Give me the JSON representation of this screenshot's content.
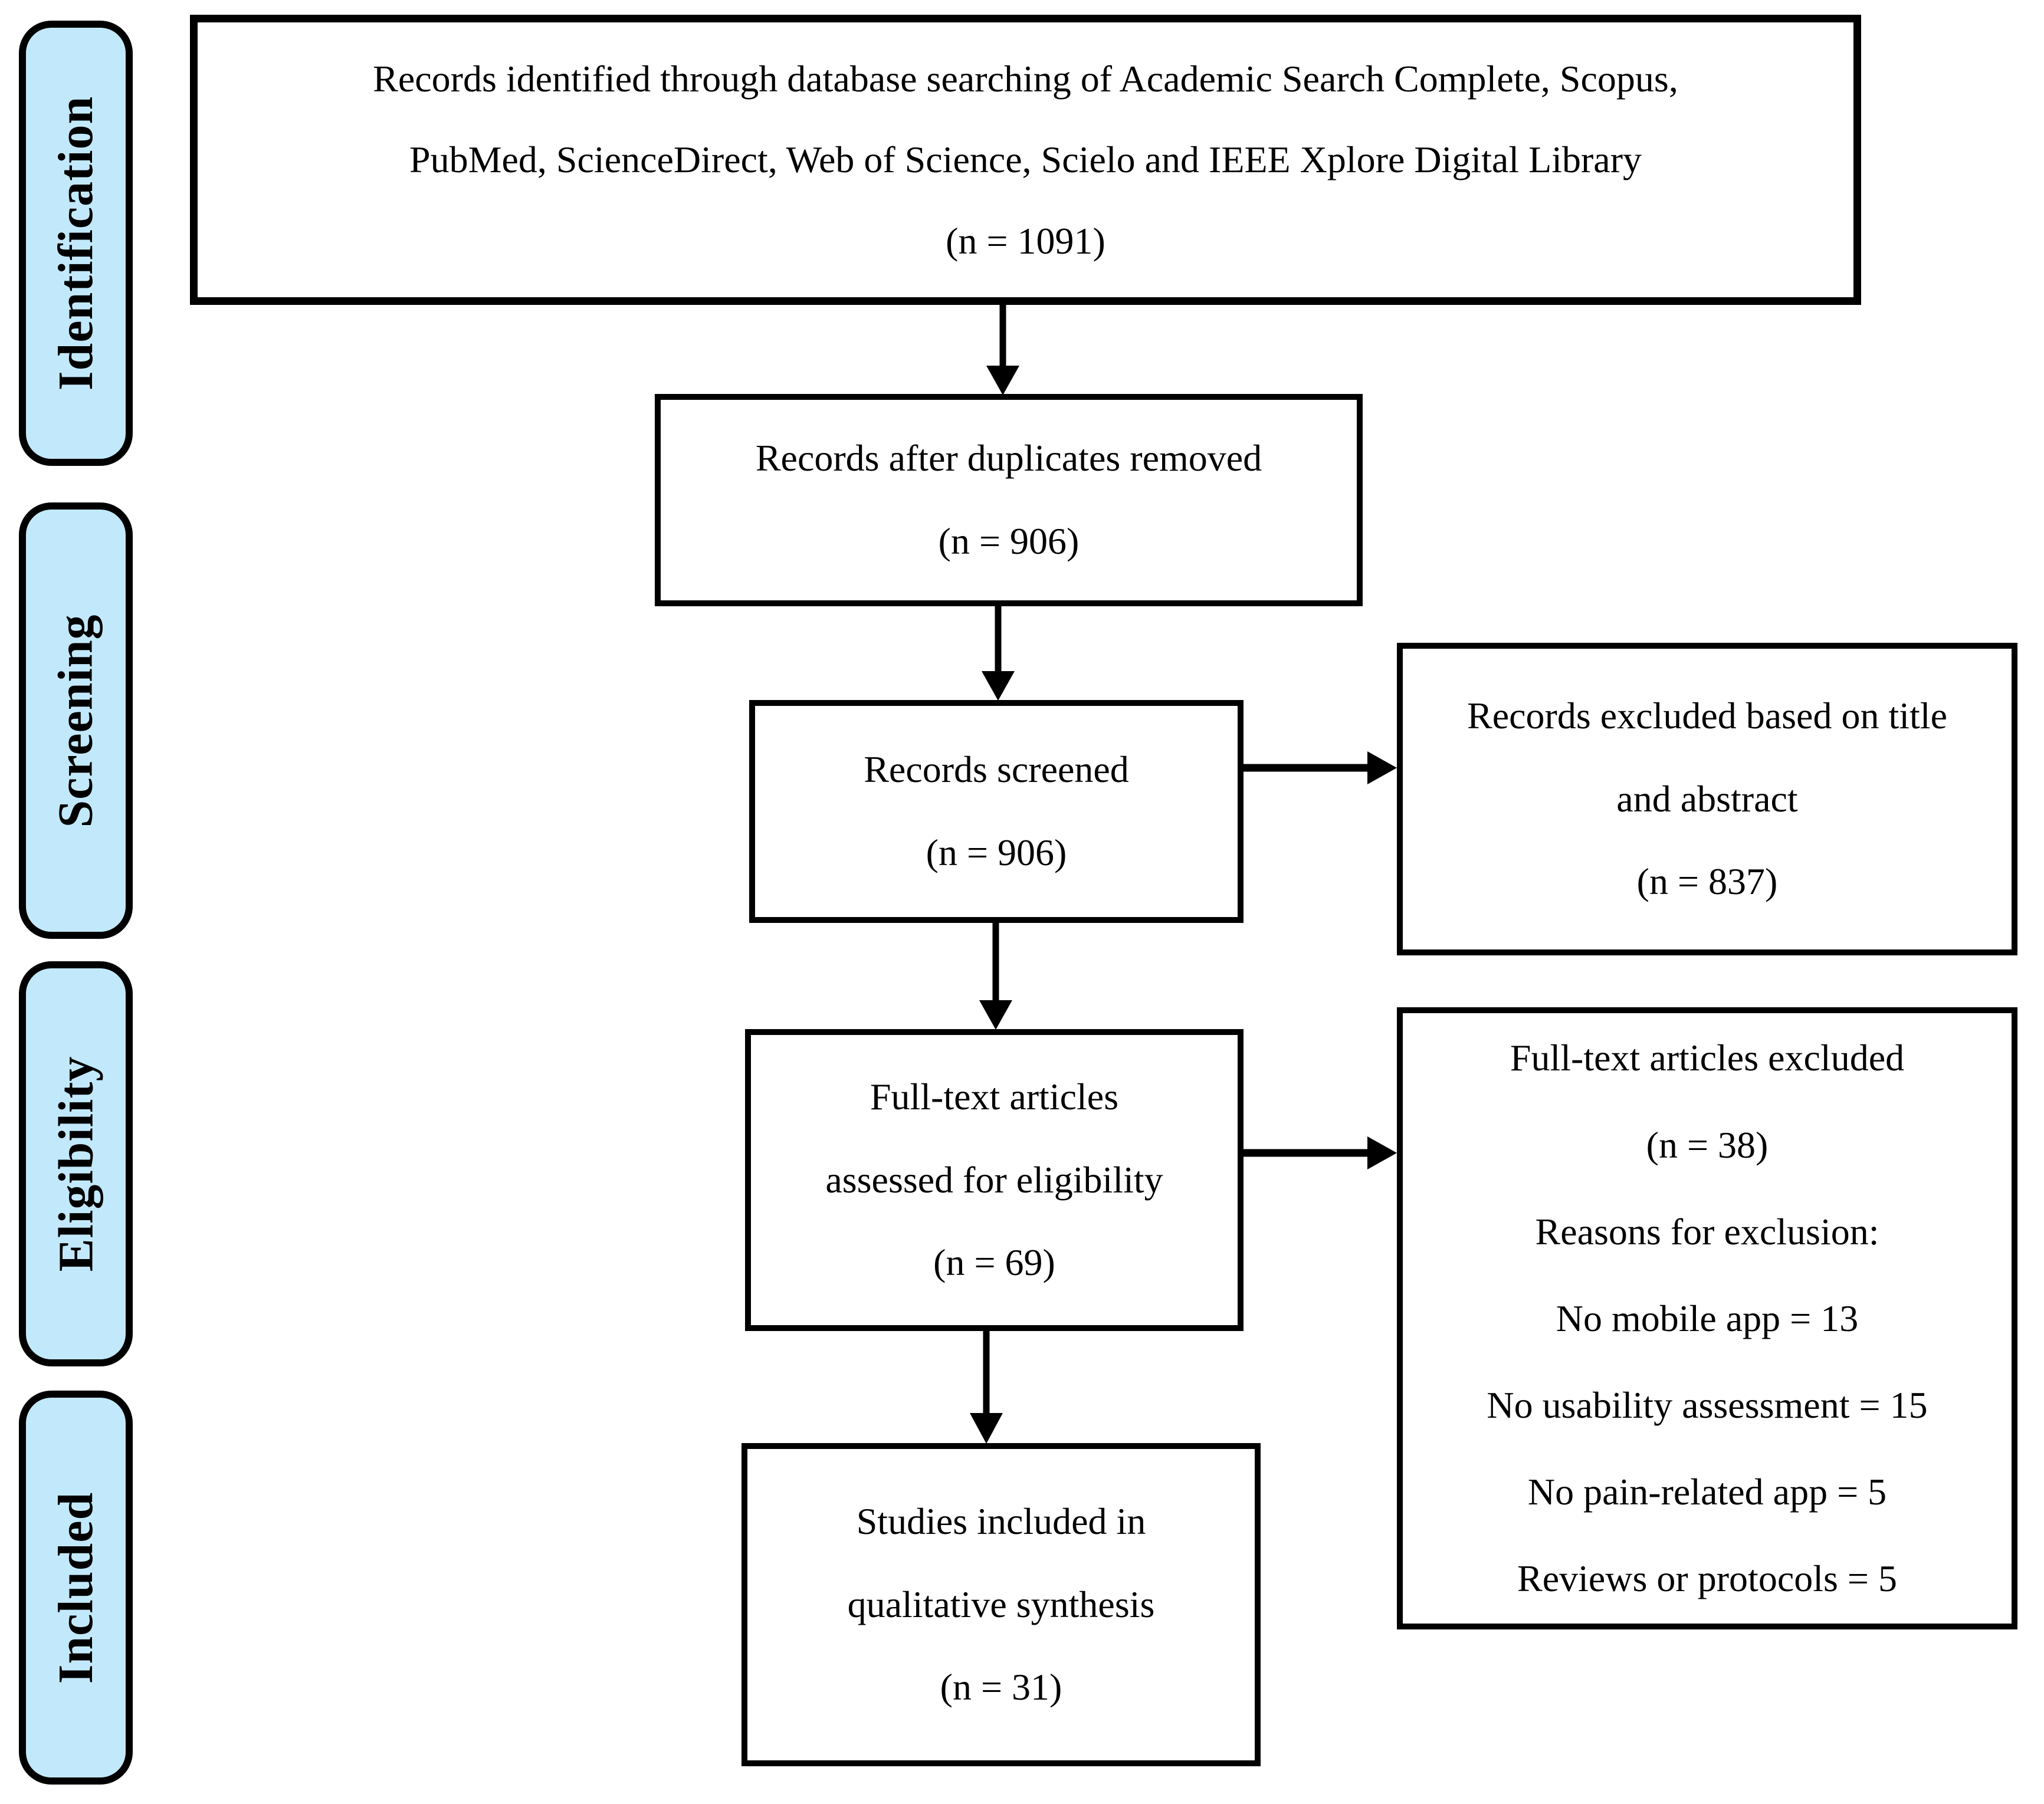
{
  "figure": {
    "kind": "PRISMA flow diagram",
    "background_color": "#FFFFFF",
    "stage_fill_color": "#C2E9FB",
    "line_color": "#000000"
  },
  "stages": [
    {
      "label": "Identification"
    },
    {
      "label": "Screening"
    },
    {
      "label": "Eligibility"
    },
    {
      "label": "Included"
    }
  ],
  "boxes": {
    "identified": {
      "lines": [
        "Records identified through database searching of Academic Search Complete, Scopus,",
        "PubMed, ScienceDirect, Web of Science, Scielo and IEEE Xplore Digital Library",
        "(n = 1091)"
      ]
    },
    "duplicates_removed": {
      "lines": [
        "Records after duplicates removed",
        "(n = 906)"
      ]
    },
    "screened": {
      "lines": [
        "Records screened",
        "(n = 906)"
      ]
    },
    "excluded_title_abstract": {
      "lines": [
        "Records excluded based on title",
        "and abstract",
        "(n = 837)"
      ]
    },
    "fulltext_assessed": {
      "lines": [
        "Full-text articles",
        "assessed for eligibility",
        "(n = 69)"
      ]
    },
    "fulltext_excluded": {
      "lines": [
        "Full-text articles excluded",
        "(n = 38)",
        "Reasons for exclusion:",
        "No mobile app = 13",
        "No usability assessment = 15",
        "No pain-related app = 5",
        "Reviews or protocols = 5"
      ]
    },
    "included_studies": {
      "lines": [
        "Studies included in",
        "qualitative synthesis",
        "(n = 31)"
      ]
    }
  }
}
